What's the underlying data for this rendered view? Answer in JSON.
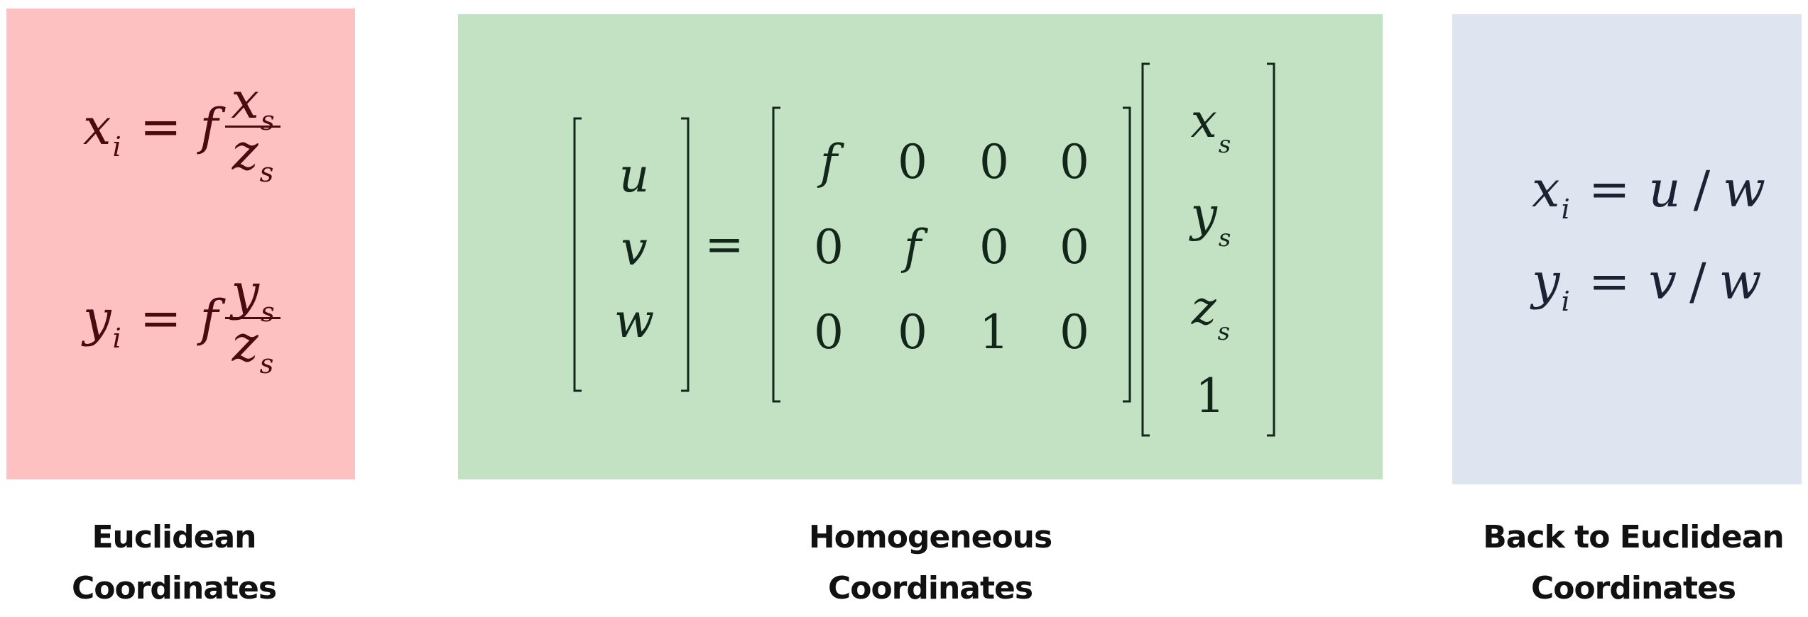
{
  "colors": {
    "left_panel": "#fdc1c1",
    "middle_panel": "#c3e2c3",
    "right_panel": "#dfe5f0",
    "left_ink": "#4a0a10",
    "middle_ink": "#12261a",
    "right_ink": "#1c2233",
    "caption_ink": "#111111"
  },
  "left": {
    "eq1": {
      "lhs": "x",
      "lhs_sub": "i",
      "rel": "=",
      "f": "f",
      "num": "x",
      "num_sub": "s",
      "den": "z",
      "den_sub": "s"
    },
    "eq2": {
      "lhs": "y",
      "lhs_sub": "i",
      "rel": "=",
      "f": "f",
      "num": "y",
      "num_sub": "s",
      "den": "z",
      "den_sub": "s"
    },
    "caption_line1": "Euclidean",
    "caption_line2": "Coordinates"
  },
  "middle": {
    "uvw": [
      "u",
      "v",
      "w"
    ],
    "rel": "=",
    "matrix": [
      [
        "f",
        "0",
        "0",
        "0"
      ],
      [
        "0",
        "f",
        "0",
        "0"
      ],
      [
        "0",
        "0",
        "1",
        "0"
      ]
    ],
    "vector": [
      {
        "sym": "x",
        "sub": "s"
      },
      {
        "sym": "y",
        "sub": "s"
      },
      {
        "sym": "z",
        "sub": "s"
      },
      {
        "sym": "1",
        "sub": ""
      }
    ],
    "caption_line1": "Homogeneous",
    "caption_line2": "Coordinates"
  },
  "right": {
    "eq1": {
      "lhs": "x",
      "lhs_sub": "i",
      "rel": "=",
      "num": "u",
      "slash": "/",
      "den": "w"
    },
    "eq2": {
      "lhs": "y",
      "lhs_sub": "i",
      "rel": "=",
      "num": "v",
      "slash": "/",
      "den": "w"
    },
    "caption_line1": "Back to Euclidean",
    "caption_line2": "Coordinates"
  }
}
